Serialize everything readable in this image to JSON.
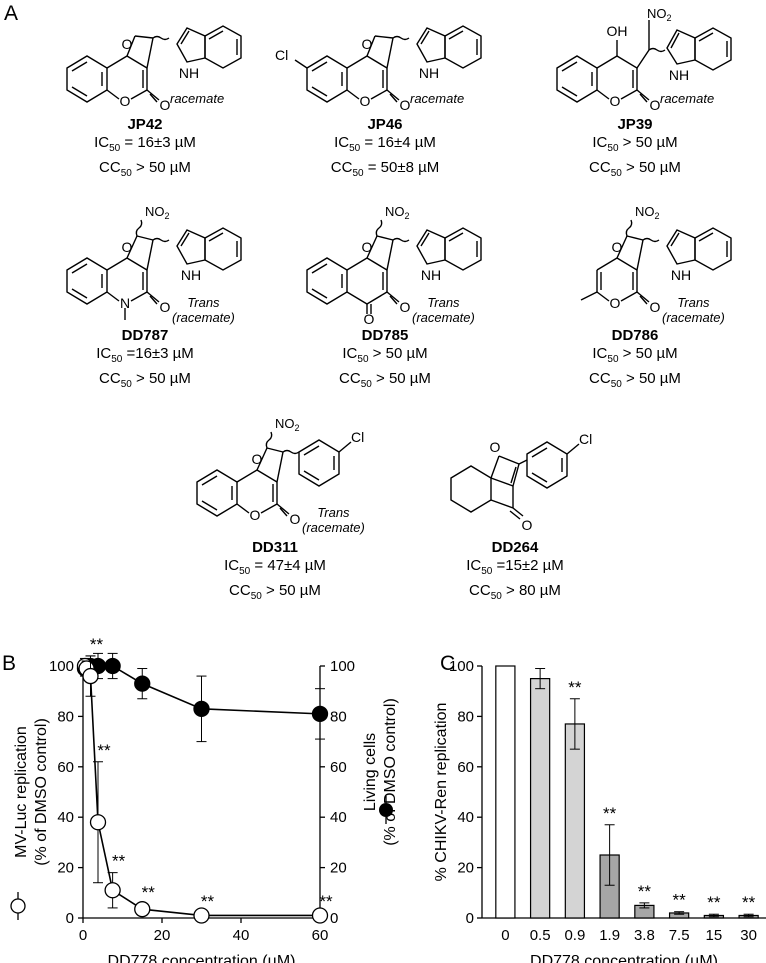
{
  "panel_labels": {
    "a": "A",
    "b": "B",
    "c": "C"
  },
  "compounds": [
    {
      "name": "JP42",
      "ic50": "IC50 = 16±3 µM",
      "cc50": "CC50 > 50 µM",
      "stereo": [
        "racemate"
      ]
    },
    {
      "name": "JP46",
      "ic50": "IC50 = 16±4 µM",
      "cc50": "CC50 = 50±8 µM",
      "stereo": [
        "racemate"
      ]
    },
    {
      "name": "JP39",
      "ic50": "IC50 > 50 µM",
      "cc50": "CC50 > 50 µM",
      "stereo": [
        "racemate"
      ]
    },
    {
      "name": "DD787",
      "ic50": "IC50 =16±3 µM",
      "cc50": "CC50 > 50 µM",
      "stereo": [
        "Trans",
        "(racemate)"
      ]
    },
    {
      "name": "DD785",
      "ic50": "IC50 > 50 µM",
      "cc50": "CC50 > 50 µM",
      "stereo": [
        "Trans",
        "(racemate)"
      ]
    },
    {
      "name": "DD786",
      "ic50": "IC50 > 50 µM",
      "cc50": "CC50 > 50 µM",
      "stereo": [
        "Trans",
        "(racemate)"
      ]
    },
    {
      "name": "DD311",
      "ic50": "IC50 = 47±4 µM",
      "cc50": "CC50 > 50 µM",
      "stereo": [
        "Trans",
        "(racemate)"
      ]
    },
    {
      "name": "DD264",
      "ic50": "IC50 =15±2 µM",
      "cc50": "CC50 > 80 µM",
      "stereo": []
    }
  ],
  "atom_labels": {
    "o": "O",
    "nh": "NH",
    "n": "N",
    "cl": "Cl",
    "oh": "OH",
    "no2": "NO2"
  },
  "chart_data": [
    {
      "type": "scatter",
      "xlabel": "DD778 concentration (µM)",
      "ylabel_left": [
        "MV-Luc replication",
        "(% of DMSO control)"
      ],
      "ylabel_right": [
        "Living cells",
        "(% of DMSO control)"
      ],
      "xlim": [
        0,
        60
      ],
      "ylim": [
        0,
        100
      ],
      "xticks": [
        0,
        20,
        40,
        60
      ],
      "yticks": [
        0,
        20,
        40,
        60,
        80,
        100
      ],
      "series": [
        {
          "marker": "open-circle",
          "x": [
            0.5,
            0.9,
            1.9,
            3.8,
            7.5,
            15,
            30,
            60
          ],
          "y": [
            100,
            99,
            96,
            38,
            11,
            3.5,
            1,
            1
          ],
          "err": [
            3,
            3,
            8,
            24,
            7,
            2,
            1,
            1
          ]
        },
        {
          "marker": "filled-circle",
          "x": [
            0.5,
            0.9,
            1.9,
            3.8,
            7.5,
            15,
            30,
            60
          ],
          "y": [
            99,
            99,
            100,
            100,
            100,
            93,
            83,
            81
          ],
          "err": [
            3,
            3,
            4,
            5,
            5,
            6,
            13,
            10
          ]
        }
      ],
      "significance": {
        "label": "**",
        "x": [
          1.9,
          3.8,
          7.5,
          15,
          30,
          60
        ]
      }
    },
    {
      "type": "bar",
      "xlabel": "DD778 concentration (µM)",
      "ylabel": "% CHIKV-Ren replication",
      "ylim": [
        0,
        100
      ],
      "yticks": [
        0,
        20,
        40,
        60,
        80,
        100
      ],
      "categories": [
        "0",
        "0.5",
        "0.9",
        "1.9",
        "3.8",
        "7.5",
        "15",
        "30"
      ],
      "values": [
        100,
        95,
        77,
        25,
        5,
        2,
        1,
        1
      ],
      "err": [
        0,
        4,
        10,
        12,
        1,
        0.5,
        0.5,
        0.5
      ],
      "fills": [
        "#ffffff",
        "#d4d4d4",
        "#d4d4d4",
        "#a6a6a6",
        "#a6a6a6",
        "#a6a6a6",
        "#a6a6a6",
        "#a6a6a6"
      ],
      "significance": {
        "label": "**",
        "indices": [
          2,
          3,
          4,
          5,
          6,
          7
        ]
      }
    }
  ]
}
